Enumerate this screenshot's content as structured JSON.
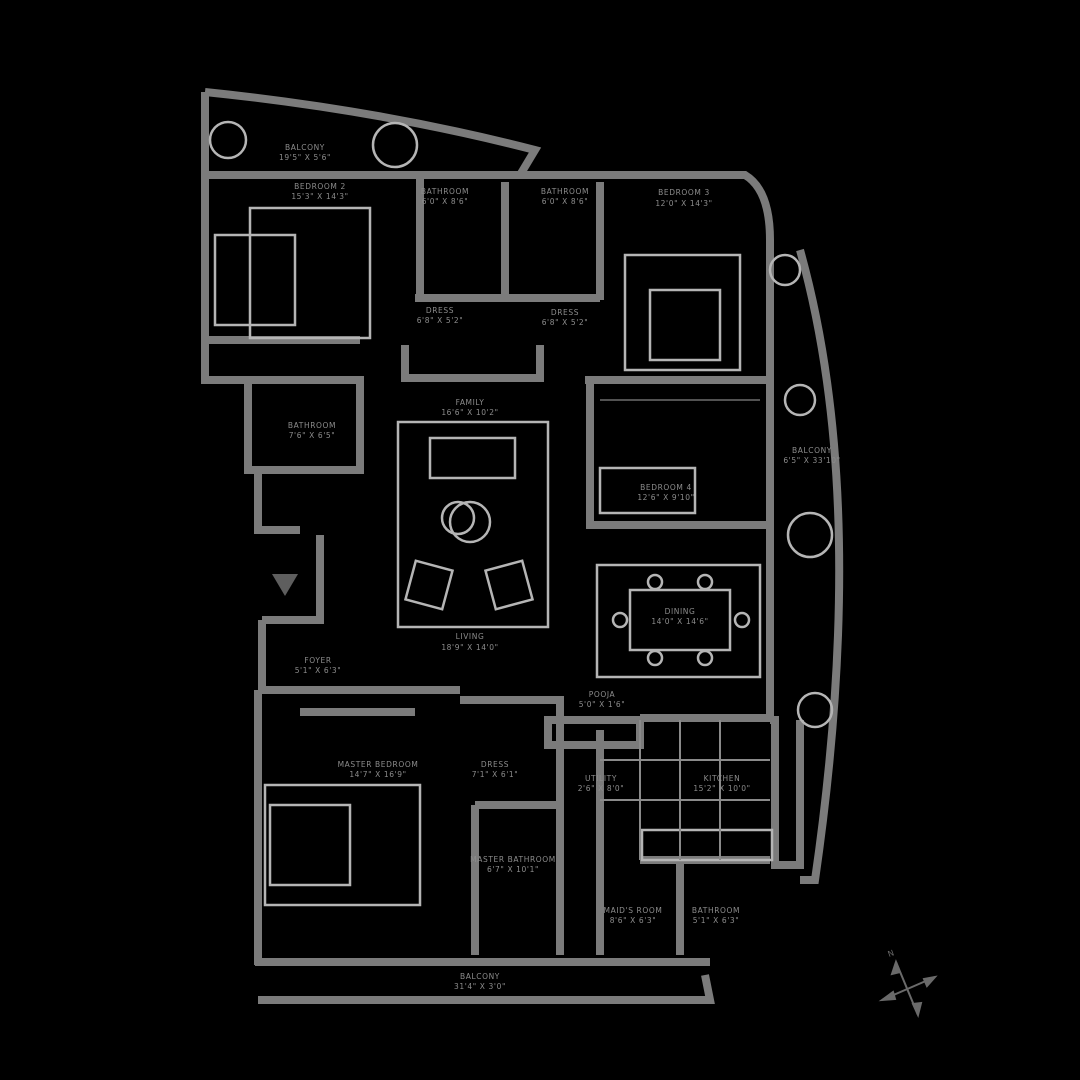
{
  "colors": {
    "background": "#000000",
    "walls": "#7b7b7b",
    "furniture": "#b5b5b5",
    "label": "#8c8c8c"
  },
  "rooms": [
    {
      "name": "BALCONY",
      "size": "19'5\" X 5'6\""
    },
    {
      "name": "BEDROOM 2",
      "size": "15'3\" X 14'3\""
    },
    {
      "name": "BATHROOM",
      "size": "6'0\" X 8'6\""
    },
    {
      "name": "BATHROOM",
      "size": "6'0\" X 8'6\""
    },
    {
      "name": "BEDROOM 3",
      "size": "12'0\" X 14'3\""
    },
    {
      "name": "DRESS",
      "size": "6'8\" X 5'2\""
    },
    {
      "name": "DRESS",
      "size": "6'8\" X 5'2\""
    },
    {
      "name": "BATHROOM",
      "size": "7'6\" X 6'5\""
    },
    {
      "name": "FAMILY",
      "size": "16'6\" X 10'2\""
    },
    {
      "name": "BEDROOM 4",
      "size": "12'6\" X 9'10\""
    },
    {
      "name": "BALCONY",
      "size": "6'5\" X 33'10\""
    },
    {
      "name": "DINING",
      "size": "14'0\" X 14'6\""
    },
    {
      "name": "LIVING",
      "size": "18'9\" X 14'0\""
    },
    {
      "name": "FOYER",
      "size": "5'1\" X 6'3\""
    },
    {
      "name": "POOJA",
      "size": "5'0\" X 1'6\""
    },
    {
      "name": "MASTER BEDROOM",
      "size": "14'7\" X 16'9\""
    },
    {
      "name": "DRESS",
      "size": "7'1\" X 6'1\""
    },
    {
      "name": "UTILITY",
      "size": "2'6\" X 8'0\""
    },
    {
      "name": "KITCHEN",
      "size": "15'2\" X 10'0\""
    },
    {
      "name": "MASTER BATHROOM",
      "size": "6'7\" X 10'1\""
    },
    {
      "name": "MAID'S ROOM",
      "size": "8'6\" X 6'3\""
    },
    {
      "name": "BATHROOM",
      "size": "5'1\" X 6'3\""
    },
    {
      "name": "BALCONY",
      "size": "31'4\" X 3'0\""
    }
  ],
  "compass": {
    "label": "N",
    "icon": "north-arrow-icon"
  },
  "entrance": {
    "icon": "entrance-triangle-icon"
  }
}
